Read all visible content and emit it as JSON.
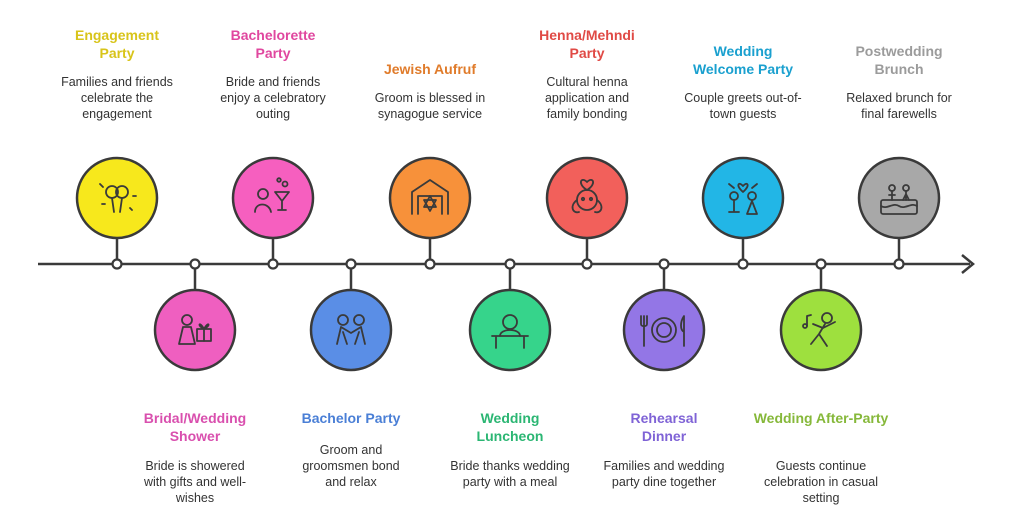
{
  "events": [
    {
      "title": "Engagement Party",
      "desc": "Families and friends celebrate the engagement",
      "color": "#f7e81c",
      "text_color": "#d8c41a",
      "icon": "balloons-icon"
    },
    {
      "title": "Bridal/Wedding Shower",
      "desc": "Bride is showered with gifts and well-wishes",
      "color": "#ef5fc0",
      "text_color": "#d94fae",
      "icon": "bride-gift-icon"
    },
    {
      "title": "Bachelorette Party",
      "desc": "Bride and friends enjoy a celebratory outing",
      "color": "#f65fbf",
      "text_color": "#e0479f",
      "icon": "cocktail-icon"
    },
    {
      "title": "Bachelor Party",
      "desc": "Groom and groomsmen bond and relax",
      "color": "#5a8ee6",
      "text_color": "#4a7fd6",
      "icon": "friends-icon"
    },
    {
      "title": "Jewish Aufruf",
      "desc": "Groom is blessed in synagogue service",
      "color": "#f7913a",
      "text_color": "#e07b2a",
      "icon": "synagogue-icon"
    },
    {
      "title": "Wedding Luncheon",
      "desc": "Bride thanks wedding party with a meal",
      "color": "#36d48b",
      "text_color": "#2bb673",
      "icon": "luncheon-icon"
    },
    {
      "title": "Henna/Mehndi Party",
      "desc": "Cultural henna application and family bonding",
      "color": "#f2605b",
      "text_color": "#e04a45",
      "icon": "henna-icon"
    },
    {
      "title": "Rehearsal Dinner",
      "desc": "Families and wedding party dine together",
      "color": "#9376e6",
      "text_color": "#7f63d6",
      "icon": "dinner-icon"
    },
    {
      "title": "Wedding Welcome Party",
      "desc": "Couple greets out-of-town guests",
      "color": "#22b6e6",
      "text_color": "#1aa0cf",
      "icon": "couple-hearts-icon"
    },
    {
      "title": "Wedding After-Party",
      "desc": "Guests continue celebration in casual setting",
      "color": "#9ee03e",
      "text_color": "#86b83a",
      "icon": "dancer-icon"
    },
    {
      "title": "Postwedding Brunch",
      "desc": "Relaxed brunch for final farewells",
      "color": "#a8a8a8",
      "text_color": "#9b9b9b",
      "icon": "cake-icon"
    }
  ]
}
